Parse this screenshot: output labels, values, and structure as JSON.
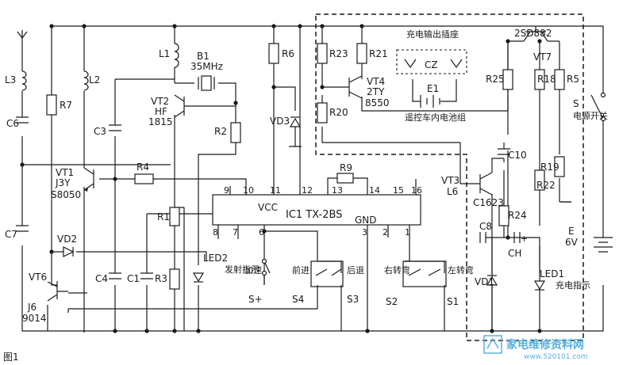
{
  "figure_caption": "图1",
  "ic": {
    "name": "IC1 TX-2BS",
    "vcc_label": "VCC",
    "gnd_label": "GND",
    "pins_top": [
      "9",
      "10",
      "11",
      "12",
      "13",
      "14",
      "15",
      "16"
    ],
    "pins_bottom": [
      "8",
      "7",
      "6",
      "3",
      "2",
      "1"
    ]
  },
  "components": {
    "L1": "L1",
    "L2": "L2",
    "L3": "L3",
    "B1": "B1",
    "B1_freq": "35MHz",
    "C3": "C3",
    "C4": "C4",
    "C1": "C1",
    "C6": "C6",
    "C7": "C7",
    "C8": "C8",
    "C10": "C10",
    "CH": "CH",
    "R1": "R1",
    "R2": "R2",
    "R3": "R3",
    "R4": "R4",
    "R5": "R5",
    "R6": "R6",
    "R7": "R7",
    "R9": "R9",
    "R18": "R18",
    "R19": "R19",
    "R20": "R20",
    "R21": "R21",
    "R22": "R22",
    "R23": "R23",
    "R24": "R24",
    "R25": "R25",
    "VT1": "VT1",
    "VT1_code": "J3Y",
    "VT1_type": "S8050",
    "VT2": "VT2",
    "VT2_code": "HF",
    "VT2_type": "1815",
    "VT3": "VT3",
    "VT3_code": "L6",
    "VT3_type": "C1623",
    "VT4": "VT4",
    "VT4_code": "2TY",
    "VT4_type": "8550",
    "VT6": "VT6",
    "VT6_code": "J6",
    "VT6_type": "9014",
    "VT7": "VT7",
    "VT7_type": "2SD882",
    "VD1": "VD1",
    "VD2": "VD2",
    "VD3": "VD3",
    "LED1": "LED1",
    "LED1_desc": "充电指示",
    "LED2": "LED2",
    "LED2_desc": "发射指示",
    "CZ": "CZ",
    "E1": "E1",
    "battery": "E",
    "battery_v": "6V",
    "S": "S",
    "S_desc": "电源开关",
    "S_plus": "S+",
    "S_plus_desc": "加速",
    "S1": "S1",
    "S1_desc": "左转弯",
    "S2": "S2",
    "S2_desc": "右转弯",
    "S3": "S3",
    "S3_desc": "后退",
    "S4": "S4",
    "S4_desc": "前进"
  },
  "annotations": {
    "charge_socket": "充电输出插座",
    "car_battery": "遥控车内电池组",
    "plus": "+"
  },
  "watermark": {
    "text": "家电维修资料网",
    "url": "www.520101.com"
  }
}
